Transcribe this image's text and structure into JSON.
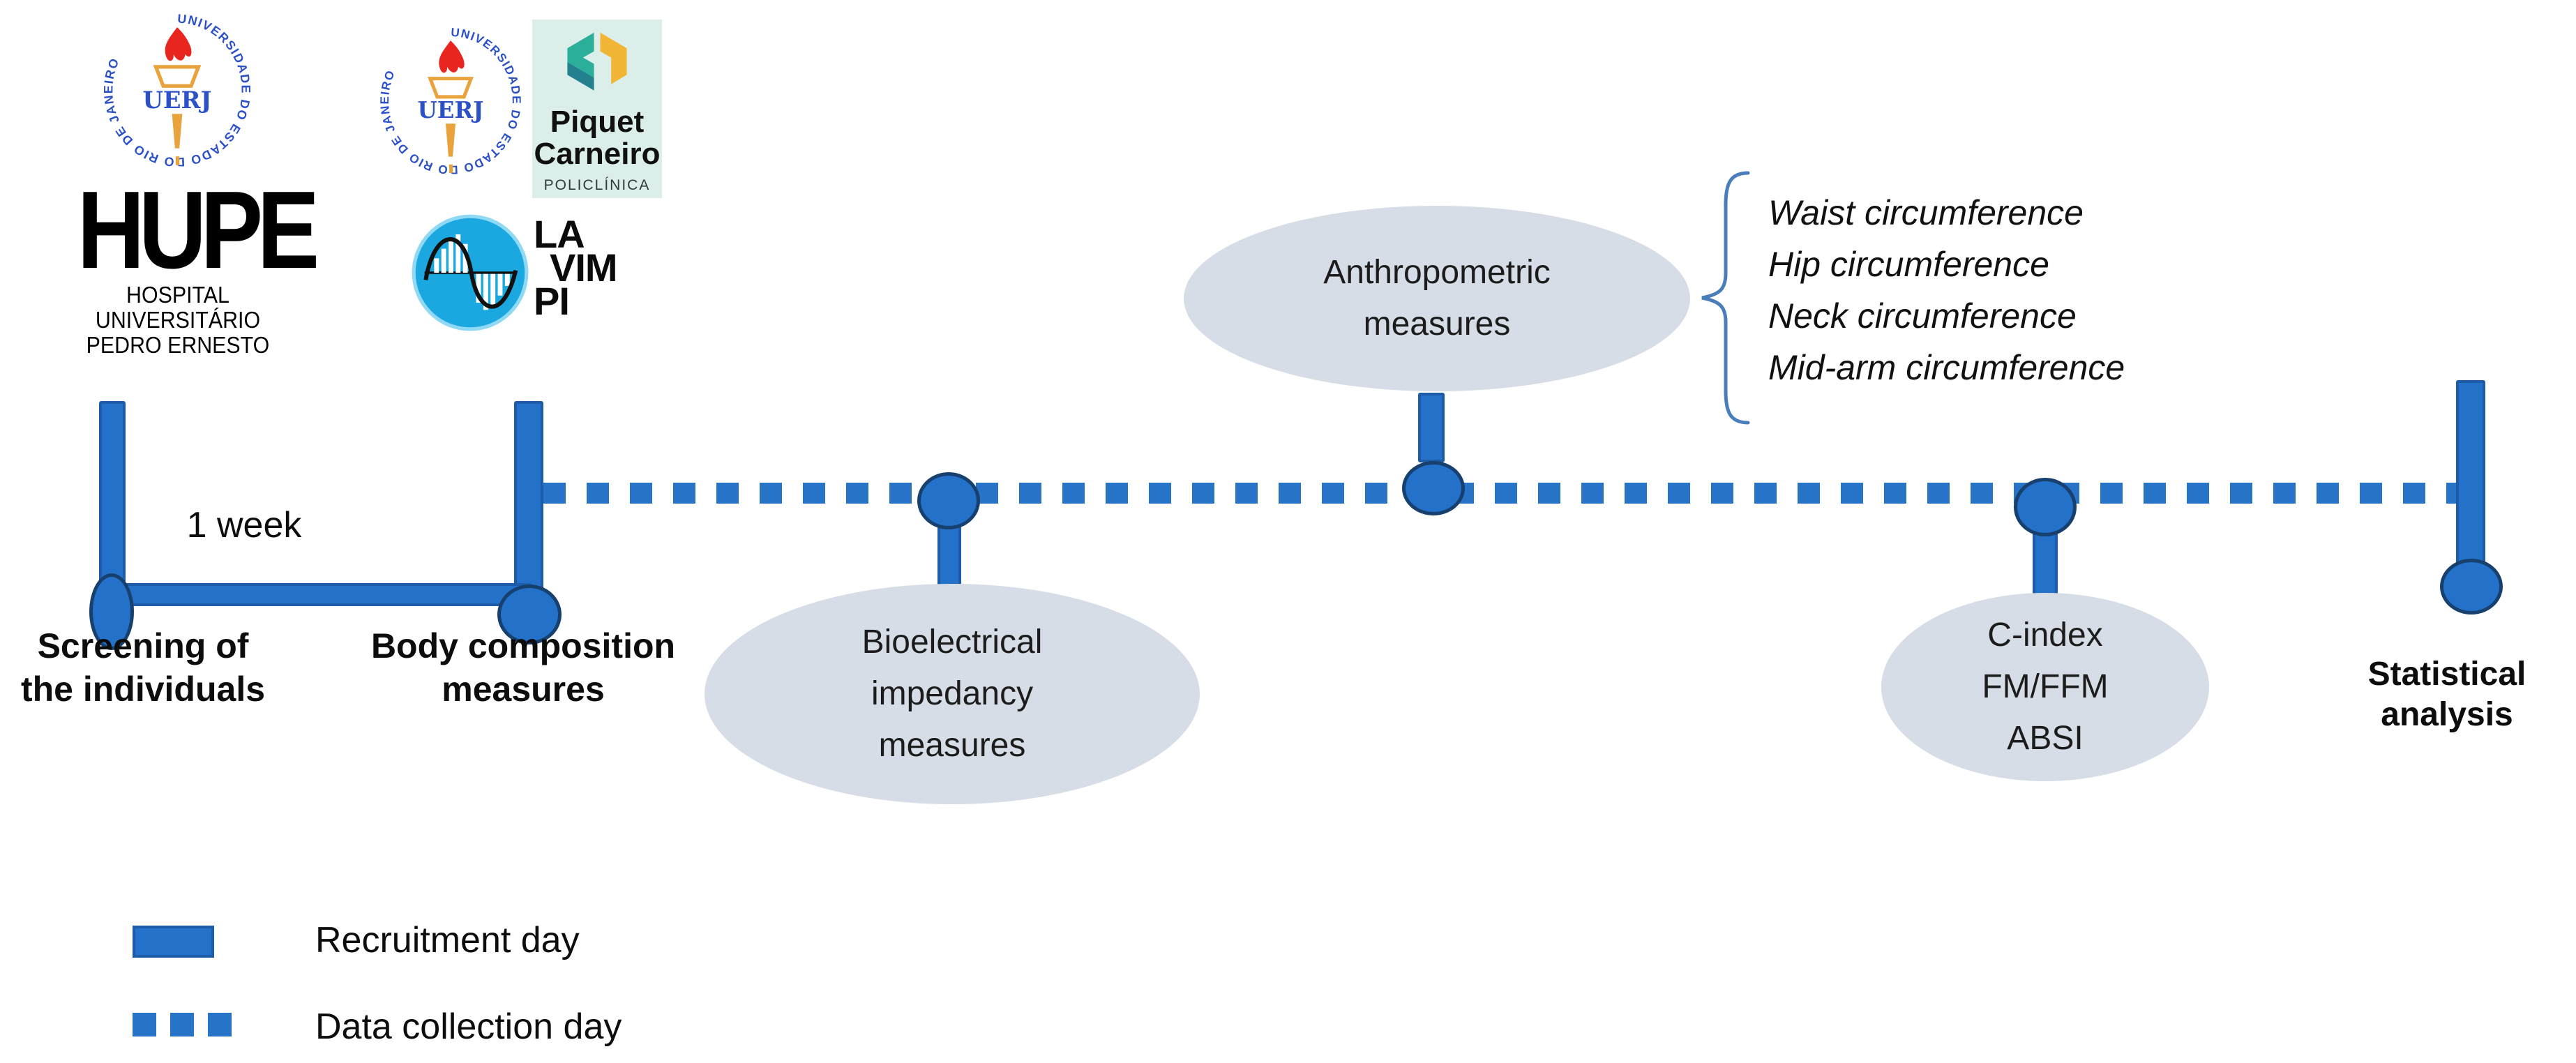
{
  "figure": {
    "description": "Study design timeline with recruitment and data collection days"
  },
  "logos": {
    "uerj": {
      "acronym": "UERJ",
      "ring_text": "UNIVERSIDADE DO ESTADO DO RIO DE JANEIRO"
    },
    "hupe": {
      "acronym": "HUPE",
      "line1": "HOSPITAL UNIVERSITÁRIO",
      "line2": "PEDRO ERNESTO"
    },
    "piquet_carneiro": {
      "line1": "Piquet",
      "line2": "Carneiro",
      "subtitle": "POLICLÍNICA"
    },
    "lavimpi": {
      "line1": "LA",
      "line2": "VIM",
      "line3": "PI"
    }
  },
  "timeline": {
    "interval_label": "1 week",
    "nodes": {
      "screening": {
        "line1": "Screening of",
        "line2": "the individuals"
      },
      "body_composition": {
        "line1": "Body composition",
        "line2": "measures"
      },
      "bioelectrical": {
        "line1": "Bioelectrical",
        "line2": "impedancy",
        "line3": "measures"
      },
      "anthropometric": {
        "line1": "Anthropometric",
        "line2": "measures"
      },
      "c_index": {
        "line1": "C-index",
        "line2": "FM/FFM",
        "line3": "ABSI"
      },
      "statistical": {
        "line1": "Statistical",
        "line2": "analysis"
      }
    },
    "anthropometric_details": [
      "Waist circumference",
      "Hip circumference",
      "Neck circumference",
      "Mid-arm circumference"
    ]
  },
  "legend": {
    "recruitment_label": "Recruitment day",
    "data_collection_label": "Data collection day"
  },
  "colors": {
    "bar_fill": "#2371C8",
    "bar_stroke": "#1D5CA8",
    "node_stroke": "#17406E",
    "dot": "#2673C8",
    "bubble_fill": "#D7DDE6",
    "brace": "#4A7EBB",
    "uerj_blue": "#2B50C8",
    "flame_red": "#E8251F",
    "torch_gold": "#E8A33D",
    "piquet_teal": "#2BAF9B",
    "piquet_dark_teal": "#22808F",
    "piquet_yellow": "#F2B636",
    "lavimpi_blue": "#1BA7E0"
  }
}
